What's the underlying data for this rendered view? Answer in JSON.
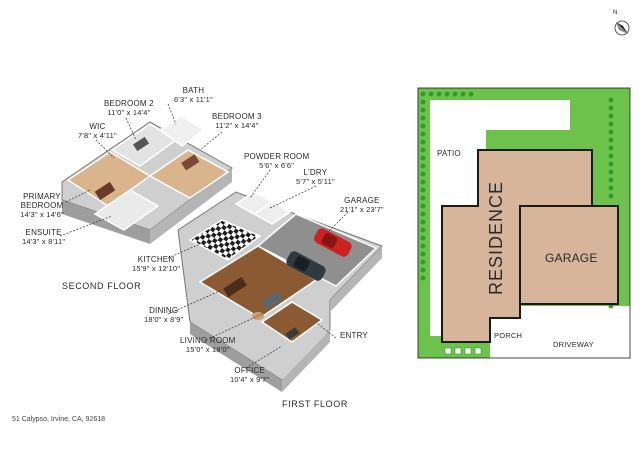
{
  "address": "51 Calypso, Irvine, CA, 92618",
  "compass": {
    "label": "N",
    "icon": "north-arrow-icon"
  },
  "second_floor": {
    "title": "SECOND FLOOR",
    "rooms": [
      {
        "name": "BATH",
        "dim": "6'3\" x 11'1\""
      },
      {
        "name": "BEDROOM 2",
        "dim": "11'0\" x 14'4\""
      },
      {
        "name": "WIC",
        "dim": "7'8\" x 4'11\""
      },
      {
        "name": "BEDROOM 3",
        "dim": "11'2\" x 14'4\""
      },
      {
        "name": "PRIMARY BEDROOM",
        "dim": "14'3\" x 14'6\""
      },
      {
        "name": "ENSUITE",
        "dim": "14'3\" x 8'11\""
      }
    ]
  },
  "first_floor": {
    "title": "FIRST FLOOR",
    "rooms": [
      {
        "name": "POWDER ROOM",
        "dim": "5'6\" x 6'6\""
      },
      {
        "name": "L'DRY",
        "dim": "5'7\" x 5'11\""
      },
      {
        "name": "GARAGE",
        "dim": "21'1\" x 23'7\""
      },
      {
        "name": "KITCHEN",
        "dim": "15'9\" x 12'10\""
      },
      {
        "name": "DINING",
        "dim": "18'0\" x 8'9\""
      },
      {
        "name": "LIVING ROOM",
        "dim": "15'0\" x 18'0\""
      },
      {
        "name": "ENTRY",
        "dim": ""
      },
      {
        "name": "OFFICE",
        "dim": "10'4\" x 9'7\""
      }
    ]
  },
  "site_plan": {
    "labels": {
      "patio": "PATIO",
      "residence": "RESIDENCE",
      "garage": "GARAGE",
      "porch": "PORCH",
      "driveway": "DRIVEWAY"
    },
    "colors": {
      "lawn": "#6cc24a",
      "shrub": "#2e9a2e",
      "building": "#d6b59a",
      "outline": "#1a1a1a",
      "paving": "#ffffff"
    }
  }
}
